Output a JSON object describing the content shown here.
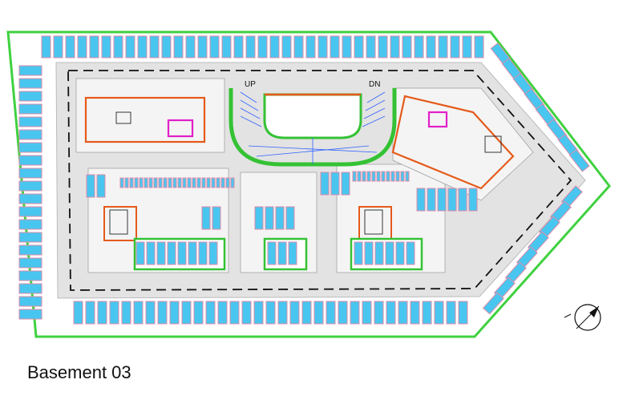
{
  "title": "Basement 03",
  "ramp_labels": {
    "up": "UP",
    "down": "DN"
  },
  "colors": {
    "boundary": "#3fd13f",
    "driveway": "#e3e3e3",
    "parking_bay": "#49c6ef",
    "bay_outline": "#e08aa8",
    "core_wall": "#e55a1a",
    "zone_green": "#34c234",
    "zone_fill": "#c8d8a8",
    "lane_dash": "#111111",
    "magenta": "#e020c8"
  },
  "icons": {
    "north_arrow": "north-arrow-icon"
  }
}
